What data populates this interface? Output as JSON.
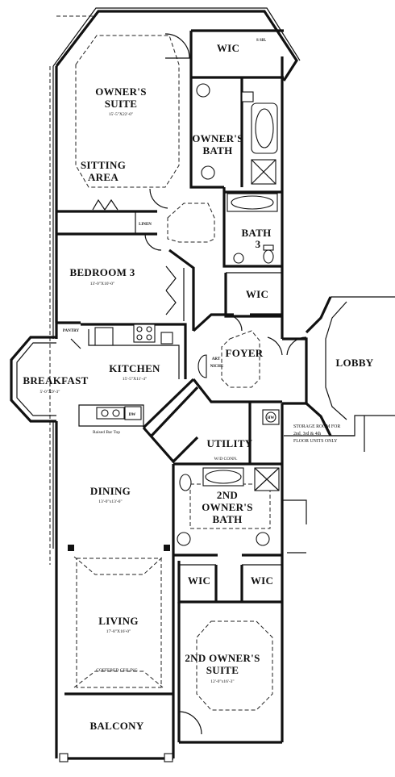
{
  "rooms": {
    "owners_suite": {
      "line1": "OWNER'S",
      "line2": "SUITE",
      "dim": "15'-5\"X22'-0\""
    },
    "sitting_area": {
      "line1": "SITTING",
      "line2": "AREA"
    },
    "wic_top": "WIC",
    "sh": "S SH.",
    "owners_bath": {
      "line1": "OWNER'S",
      "line2": "BATH"
    },
    "bath3": {
      "line1": "BATH",
      "line2": "3"
    },
    "linen": "LINEN",
    "bedroom3": {
      "name": "BEDROOM 3",
      "dim": "13'-0\"X10'-0\""
    },
    "wic_mid": "WIC",
    "pantry": "PANTRY",
    "foyer": "FOYER",
    "art_niche": {
      "line1": "ART",
      "line2": "NICHE"
    },
    "lobby": "LOBBY",
    "breakfast": {
      "name": "BREAKFAST",
      "dim": "5'-0\"X9'-3\""
    },
    "kitchen": {
      "name": "KITCHEN",
      "dim": "15'-5\"X11'-4\""
    },
    "dw": "DW",
    "raised_bar": "Raised Bar Top",
    "hw": "HW",
    "storage": {
      "line1": "STORAGE ROOM FOR",
      "line2": "2nd, 3rd & 4th",
      "line3": "FLOOR UNITS ONLY"
    },
    "utility": "UTILITY",
    "wd_conn": "W/D CONN.",
    "dining": {
      "name": "DINING",
      "dim": "13'-0\"x13'-6\""
    },
    "second_bath": {
      "line1": "2ND",
      "line2": "OWNER'S",
      "line3": "BATH"
    },
    "wic_left": "WIC",
    "wic_right": "WIC",
    "living": {
      "name": "LIVING",
      "dim": "17'-8\"X16'-0\""
    },
    "coffered": "COFFERED CEILING",
    "second_suite": {
      "line1": "2ND OWNER'S",
      "line2": "SUITE",
      "dim": "12'-0\"x16'-3\""
    },
    "balcony": "BALCONY"
  }
}
